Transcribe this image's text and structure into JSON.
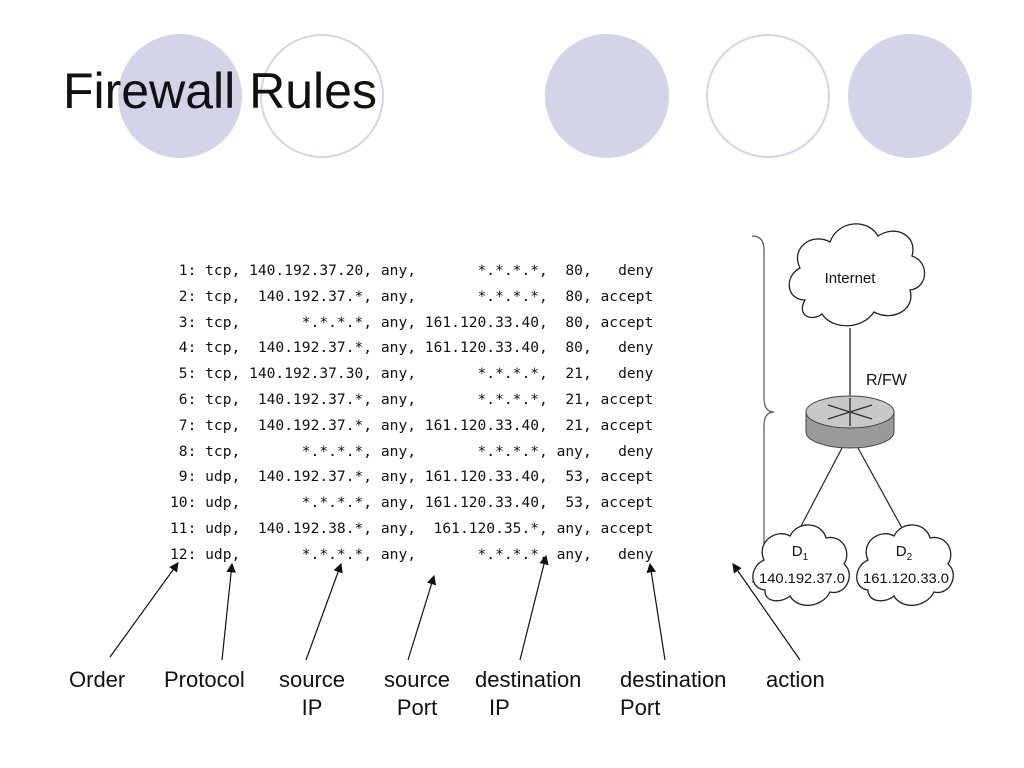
{
  "slide": {
    "title": "Firewall Rules"
  },
  "rules": [
    "1: tcp, 140.192.37.20, any,       *.*.*.*,  80,   deny",
    "2: tcp,  140.192.37.*, any,       *.*.*.*,  80, accept",
    "3: tcp,       *.*.*.*, any, 161.120.33.40,  80, accept",
    "4: tcp,  140.192.37.*, any, 161.120.33.40,  80,   deny",
    "5: tcp, 140.192.37.30, any,       *.*.*.*,  21,   deny",
    "6: tcp,  140.192.37.*, any,       *.*.*.*,  21, accept",
    "7: tcp,  140.192.37.*, any, 161.120.33.40,  21, accept",
    "8: tcp,       *.*.*.*, any,       *.*.*.*, any,   deny",
    "9: udp,  140.192.37.*, any, 161.120.33.40,  53, accept",
    "10: udp,       *.*.*.*, any, 161.120.33.40,  53, accept",
    "11: udp,  140.192.38.*, any,  161.120.35.*, any, accept",
    "12: udp,       *.*.*.*, any,       *.*.*.*, any,   deny"
  ],
  "labels": {
    "order": "Order",
    "protocol": "Protocol",
    "source_ip": [
      "source",
      "IP"
    ],
    "source_port": [
      "source",
      "Port"
    ],
    "destination_ip": [
      "destination",
      "IP"
    ],
    "destination_port": [
      "destination",
      "Port"
    ],
    "action": "action"
  },
  "network": {
    "internet": "Internet",
    "router": "R/FW",
    "d1_name": "D",
    "d1_sub": "1",
    "d1_net": "140.192.37.0",
    "d2_name": "D",
    "d2_sub": "2",
    "d2_net": "161.120.33.0"
  },
  "colors": {
    "circle_fill": "#d4d4e8",
    "router_body": "#9a9a9a",
    "router_top": "#c8c8c8"
  }
}
